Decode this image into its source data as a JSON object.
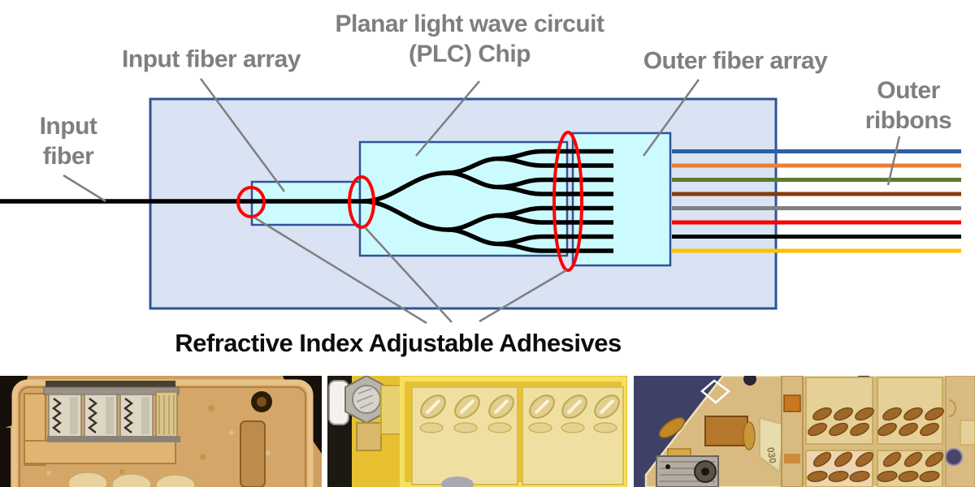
{
  "diagram": {
    "labels": {
      "input_fiber_line1": "Input",
      "input_fiber_line2": "fiber",
      "input_fiber_array": "Input fiber array",
      "plc_chip_line1": "Planar light wave circuit",
      "plc_chip_line2": "(PLC) Chip",
      "outer_fiber_array": "Outer fiber array",
      "outer_ribbons_line1": "Outer",
      "outer_ribbons_line2": "ribbons",
      "adhesives_caption": "Refractive Index Adjustable Adhesives"
    },
    "colors": {
      "label_gray": "#7f7f7f",
      "caption_black": "#0d0d0d",
      "package_fill": "#dae3f3",
      "package_border": "#2f5496",
      "component_fill": "#ccfbff",
      "component_border": "#2f5496",
      "fiber_black": "#000000",
      "adhesive_marker_red": "#ff0000",
      "leader_line_gray": "#7f7f7f"
    },
    "splitter": {
      "description": "1x8 planar lightwave circuit splitter",
      "input_fibers": 1,
      "output_fibers": 8,
      "split_stages": 3,
      "adhesive_points": 3
    },
    "ribbons": {
      "count": 8,
      "names": [
        "blue",
        "orange",
        "green",
        "brown",
        "gray",
        "red",
        "black",
        "yellow"
      ],
      "colors": [
        "#2e5fa3",
        "#ed7d31",
        "#5b7b2e",
        "#843c0c",
        "#808080",
        "#ff0000",
        "#000000",
        "#ffc000"
      ]
    }
  },
  "photos": [
    {
      "desc": "gold packaged module with wire-bonded fiber array chips"
    },
    {
      "desc": "yellow module with angled fiber guide slots and metal bolt"
    },
    {
      "desc": "module on dark blue background with angled fiber slot arrays",
      "marking": "030"
    }
  ]
}
